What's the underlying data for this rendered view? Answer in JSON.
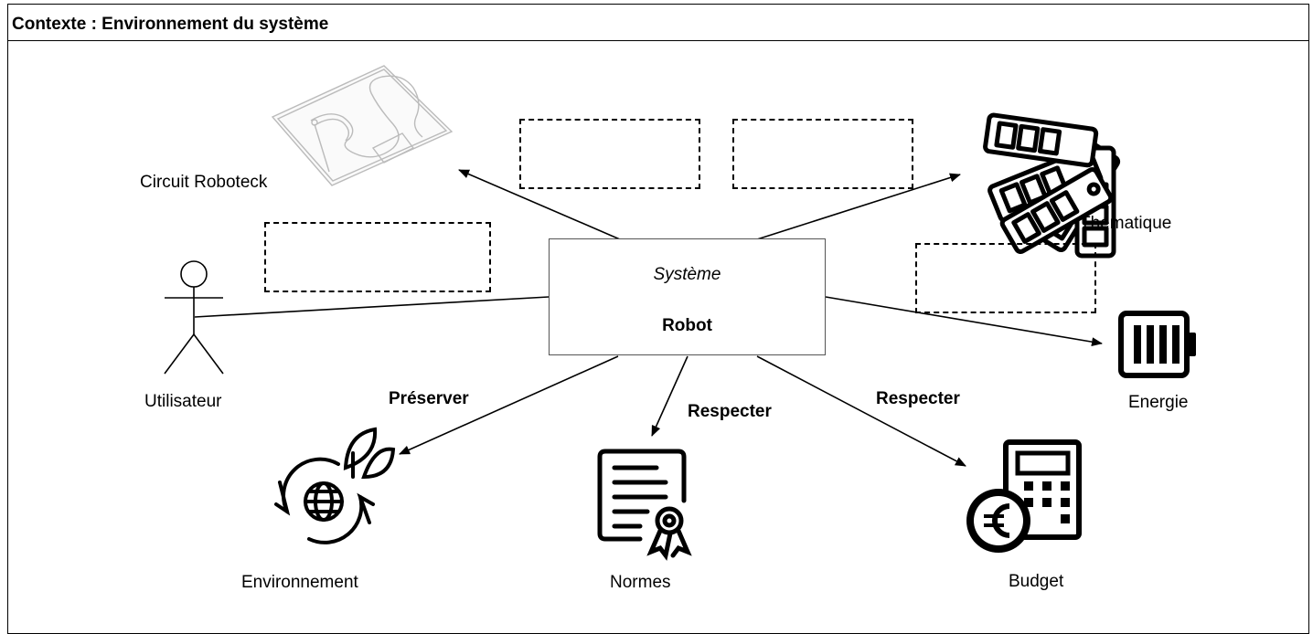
{
  "frame": {
    "title": "Contexte : Environnement du système"
  },
  "system": {
    "kind": "Système",
    "name": "Robot"
  },
  "elements": {
    "circuit": "Circuit Roboteck",
    "thematique": "Thématique",
    "utilisateur": "Utilisateur",
    "energie": "Energie",
    "environnement": "Environnement",
    "normes": "Normes",
    "budget": "Budget"
  },
  "relations": {
    "preserver": "Préserver",
    "respecter_normes": "Respecter",
    "respecter_budget": "Respecter"
  },
  "icons": {
    "circuit": "circuit-board-icon",
    "thematique": "color-swatch-fan-icon",
    "utilisateur": "actor-stick-figure-icon",
    "energie": "battery-icon",
    "environnement": "eco-globe-recycle-icon",
    "normes": "certificate-icon",
    "budget": "euro-calculator-icon"
  },
  "colors": {
    "line": "#000000",
    "box_border": "#555555",
    "circuit_stroke": "#bbbbbb"
  }
}
